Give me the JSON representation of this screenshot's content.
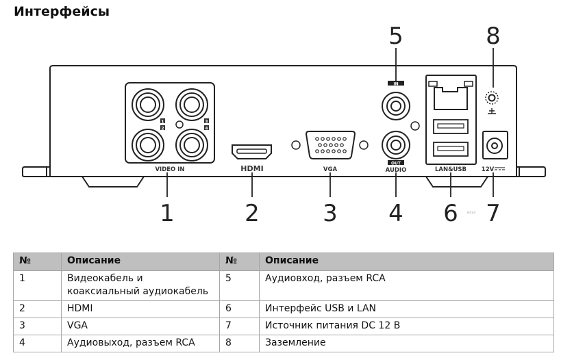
{
  "page": {
    "title": "Интерфейсы"
  },
  "diagram": {
    "callouts": [
      "1",
      "2",
      "3",
      "4",
      "5",
      "6",
      "7",
      "8"
    ],
    "port_labels": {
      "video_in": "VIDEO IN",
      "hdmi": "HDMI",
      "vga": "VGA",
      "audio": "AUDIO",
      "audio_in": "IN",
      "audio_out": "OUT",
      "lan_usb": "LAN&USB",
      "power": "12V",
      "bnc_numbers": [
        "1",
        "2",
        "3",
        "4"
      ]
    },
    "watermark": "wxyz"
  },
  "table": {
    "headers": [
      "№",
      "Описание",
      "№",
      "Описание"
    ],
    "rows": [
      {
        "n1": "1",
        "d1": "Видеокабель и коаксиальный аудиокабель",
        "n2": "5",
        "d2": "Аудиовход, разъем RCA"
      },
      {
        "n1": "2",
        "d1": "HDMI",
        "n2": "6",
        "d2": "Интерфейс USB и LAN"
      },
      {
        "n1": "3",
        "d1": "VGA",
        "n2": "7",
        "d2": "Источник питания DC 12 В"
      },
      {
        "n1": "4",
        "d1": "Аудиовыход, разъем RCA",
        "n2": "8",
        "d2": "Заземление"
      }
    ]
  },
  "colors": {
    "header_bg": "#bfbfbf",
    "border": "#a6a6a6",
    "line": "#222222"
  }
}
